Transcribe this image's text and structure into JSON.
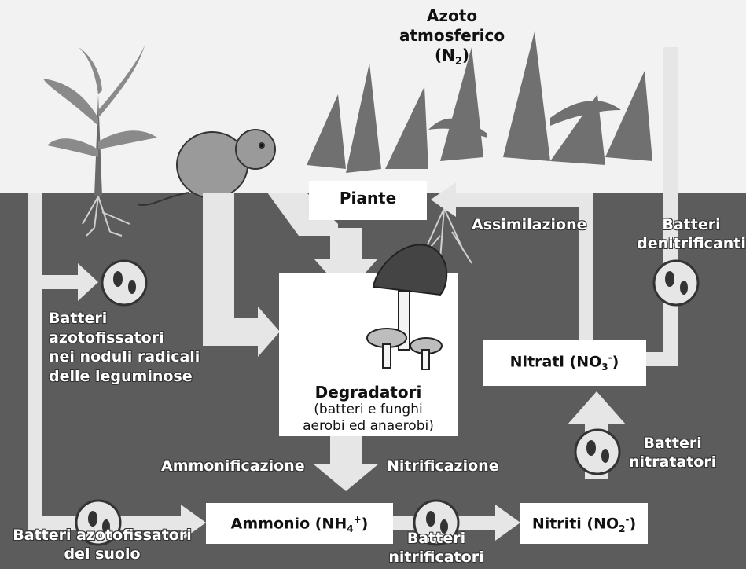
{
  "labels": {
    "atmosphere_line1": "Azoto",
    "atmosphere_line2": "atmosferico (N",
    "atmosphere_sub": "2",
    "atmosphere_end": ")",
    "plants": "Piante",
    "assimilation": "Assimilazione",
    "denitrifying_line1": "Batteri",
    "denitrifying_line2": "denitrificanti",
    "nodule_bacteria": [
      "Batteri",
      "azotofissatori",
      "nei noduli radicali",
      "delle leguminose"
    ],
    "decomposers_title": "Degradatori",
    "decomposers_desc_line1": "(batteri e funghi",
    "decomposers_desc_line2": "aerobi ed anaerobi)",
    "nitrates": "Nitrati (NO",
    "nitrates_sub": "3",
    "nitrates_sup": "-",
    "nitrates_end": ")",
    "nitrate_bacteria_line1": "Batteri",
    "nitrate_bacteria_line2": "nitratatori",
    "ammonification": "Ammonificazione",
    "nitrification": "Nitrificazione",
    "ammonium": "Ammonio (NH",
    "ammonium_sub": "4",
    "ammonium_sup": "+",
    "ammonium_end": ")",
    "nitrites": "Nitriti (NO",
    "nitrites_sub": "2",
    "nitrites_sup": "-",
    "nitrites_end": ")",
    "soil_bacteria_line1": "Batteri azotofissatori",
    "soil_bacteria_line2": "del suolo",
    "nitrifying_line1": "Batteri",
    "nitrifying_line2": "nitrificatori"
  },
  "colors": {
    "soil": "#5c5c5c",
    "arrow": "#e6e6e6",
    "box": "#ffffff",
    "plant": "#7a7a7a"
  }
}
